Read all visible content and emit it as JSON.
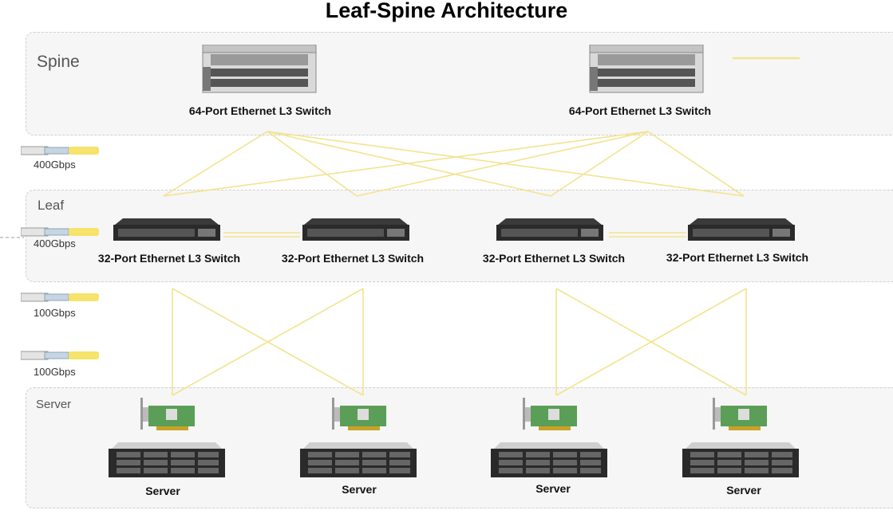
{
  "title": "Leaf-Spine Architecture",
  "tiers": {
    "spine": "Spine",
    "leaf": "Leaf",
    "server": "Server"
  },
  "spine_switches": [
    {
      "label": "64-Port Ethernet L3 Switch",
      "icon": "chassis-switch-icon"
    },
    {
      "label": "64-Port Ethernet L3 Switch",
      "icon": "chassis-switch-icon"
    }
  ],
  "leaf_switches": [
    {
      "label": "32-Port Ethernet L3 Switch",
      "icon": "rack-switch-icon"
    },
    {
      "label": "32-Port Ethernet L3 Switch",
      "icon": "rack-switch-icon"
    },
    {
      "label": "32-Port Ethernet L3 Switch",
      "icon": "rack-switch-icon"
    },
    {
      "label": "32-Port Ethernet L3 Switch",
      "icon": "rack-switch-icon"
    }
  ],
  "servers": [
    {
      "label": "Server",
      "icon": "rack-server-icon",
      "nic": "network-card-icon"
    },
    {
      "label": "Server",
      "icon": "rack-server-icon",
      "nic": "network-card-icon"
    },
    {
      "label": "Server",
      "icon": "rack-server-icon",
      "nic": "network-card-icon"
    },
    {
      "label": "Server",
      "icon": "rack-server-icon",
      "nic": "network-card-icon"
    }
  ],
  "link_speeds": [
    {
      "label": "400Gbps",
      "icon": "transceiver-icon"
    },
    {
      "label": "400Gbps",
      "icon": "transceiver-icon"
    },
    {
      "label": "100Gbps",
      "icon": "transceiver-icon"
    },
    {
      "label": "100Gbps",
      "icon": "transceiver-icon"
    }
  ],
  "colors": {
    "link": "#f3e38f",
    "tier_bg": "#f6f6f6",
    "tier_border": "#cfcfcf",
    "device_dark": "#2a2a2a",
    "nic_green": "#5b9e57"
  }
}
